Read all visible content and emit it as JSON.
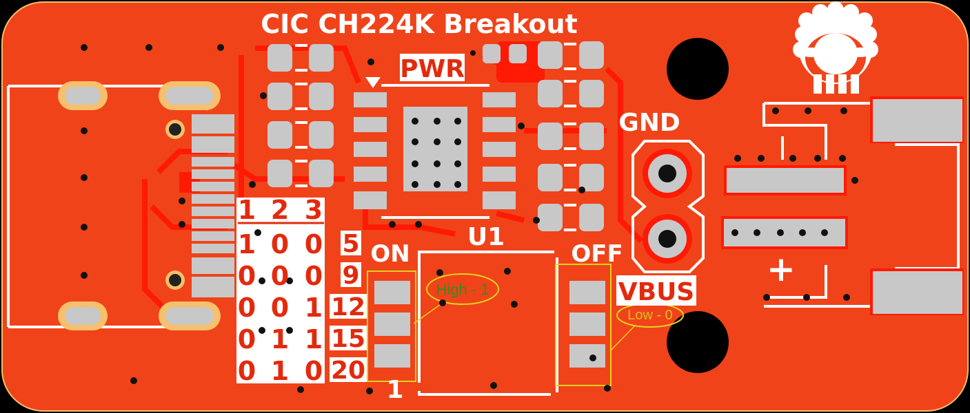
{
  "board": {
    "title": "CIC CH224K Breakout",
    "pwr_label": "PWR",
    "gnd_label": "GND",
    "vbus_label": "VBUS",
    "u1_label": "U1",
    "on_label": "ON",
    "off_label": "OFF",
    "pin1_label": "1",
    "plus_label": "+",
    "note_high": "High - 1",
    "note_low": "Low - 0",
    "logo_icon": "sheep-logo-icon"
  },
  "table": {
    "header": [
      "1",
      "2",
      "3"
    ],
    "rows": [
      {
        "bits": [
          "1",
          "0",
          "0"
        ],
        "volts": "5"
      },
      {
        "bits": [
          "0",
          "0",
          "0"
        ],
        "volts": "9"
      },
      {
        "bits": [
          "0",
          "0",
          "1"
        ],
        "volts": "12"
      },
      {
        "bits": [
          "0",
          "1",
          "1"
        ],
        "volts": "15"
      },
      {
        "bits": [
          "0",
          "1",
          "0"
        ],
        "volts": "20"
      }
    ]
  },
  "colors": {
    "background": "#000000",
    "copper": "#f0431a",
    "trace": "#ff1a05",
    "pad": "#c8c8c8",
    "silkscreen": "#ffffff",
    "note_outline": "#e6d21e"
  }
}
